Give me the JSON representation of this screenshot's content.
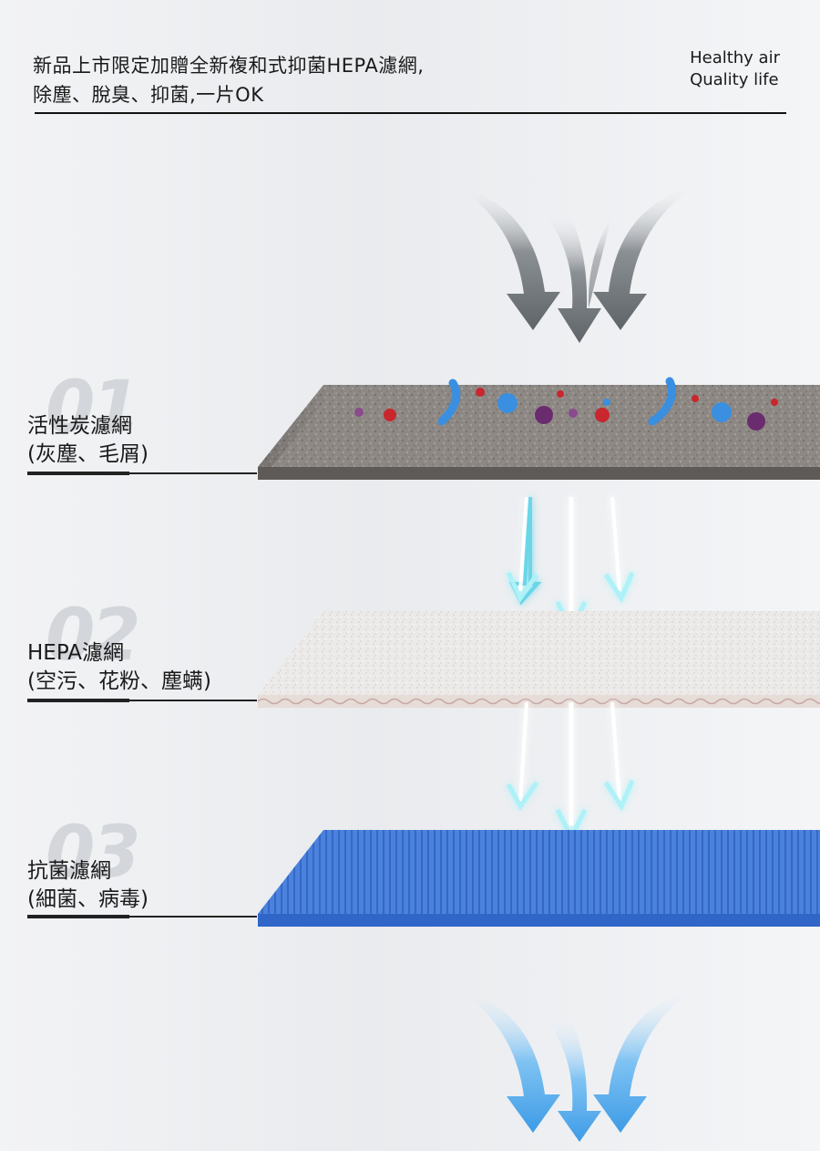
{
  "header": {
    "line1": "新品上市限定加贈全新複和式抑菌HEPA濾網,",
    "line2": "除塵、脫臭、抑菌,一片OK",
    "tagline1": "Healthy air",
    "tagline2": "Quality life"
  },
  "layers": [
    {
      "number": "01",
      "name": "活性炭濾網",
      "detail": "(灰塵、毛屑)"
    },
    {
      "number": "02",
      "name": "HEPA濾網",
      "detail": "(空污、花粉、塵螨)"
    },
    {
      "number": "03",
      "name": "抗菌濾網",
      "detail": "(細菌、病毒)"
    }
  ],
  "colors": {
    "carbon": "#8a8582",
    "hepa": "#e7e5e3",
    "antibac": "#3f78d8",
    "flow_in": "#6f7478",
    "flow_mid": "#6ad6e8",
    "flow_out": "#4aa6ea"
  }
}
